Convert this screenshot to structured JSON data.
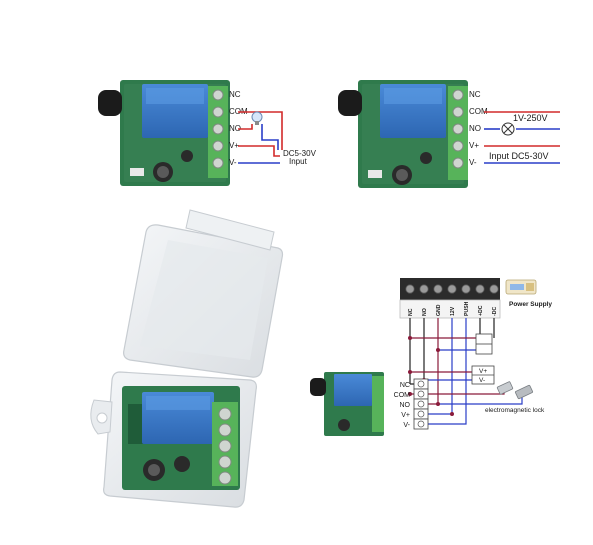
{
  "panel1": {
    "terminals": [
      "NC",
      "COM",
      "NO",
      "V+",
      "V-"
    ],
    "input_voltage": "DC5-30V",
    "input_label": "Input"
  },
  "panel2": {
    "terminals": [
      "NC",
      "COM",
      "NO",
      "V+",
      "V-"
    ],
    "load_voltage": "1V-250V",
    "input_label": "Input DC5-30V"
  },
  "panel4": {
    "top_terminals": [
      "NC",
      "NO",
      "GND",
      "12V",
      "PUSH",
      "+DC",
      "-DC"
    ],
    "power_supply_label": "Power Supply",
    "module_terminals": [
      "NC",
      "COM",
      "NO",
      "V+",
      "V-"
    ],
    "supply_terminals": [
      "V+",
      "V-"
    ],
    "lock_label": "electromagnetic lock"
  },
  "colors": {
    "pcb_green": "#2f7a4c",
    "relay_blue": "#3a78c8",
    "terminal_green": "#57b35a",
    "wire_red": "#d22a2a",
    "wire_blue": "#2a3ec8",
    "wire_black": "#222222",
    "wire_maroon": "#8a1a3a"
  }
}
